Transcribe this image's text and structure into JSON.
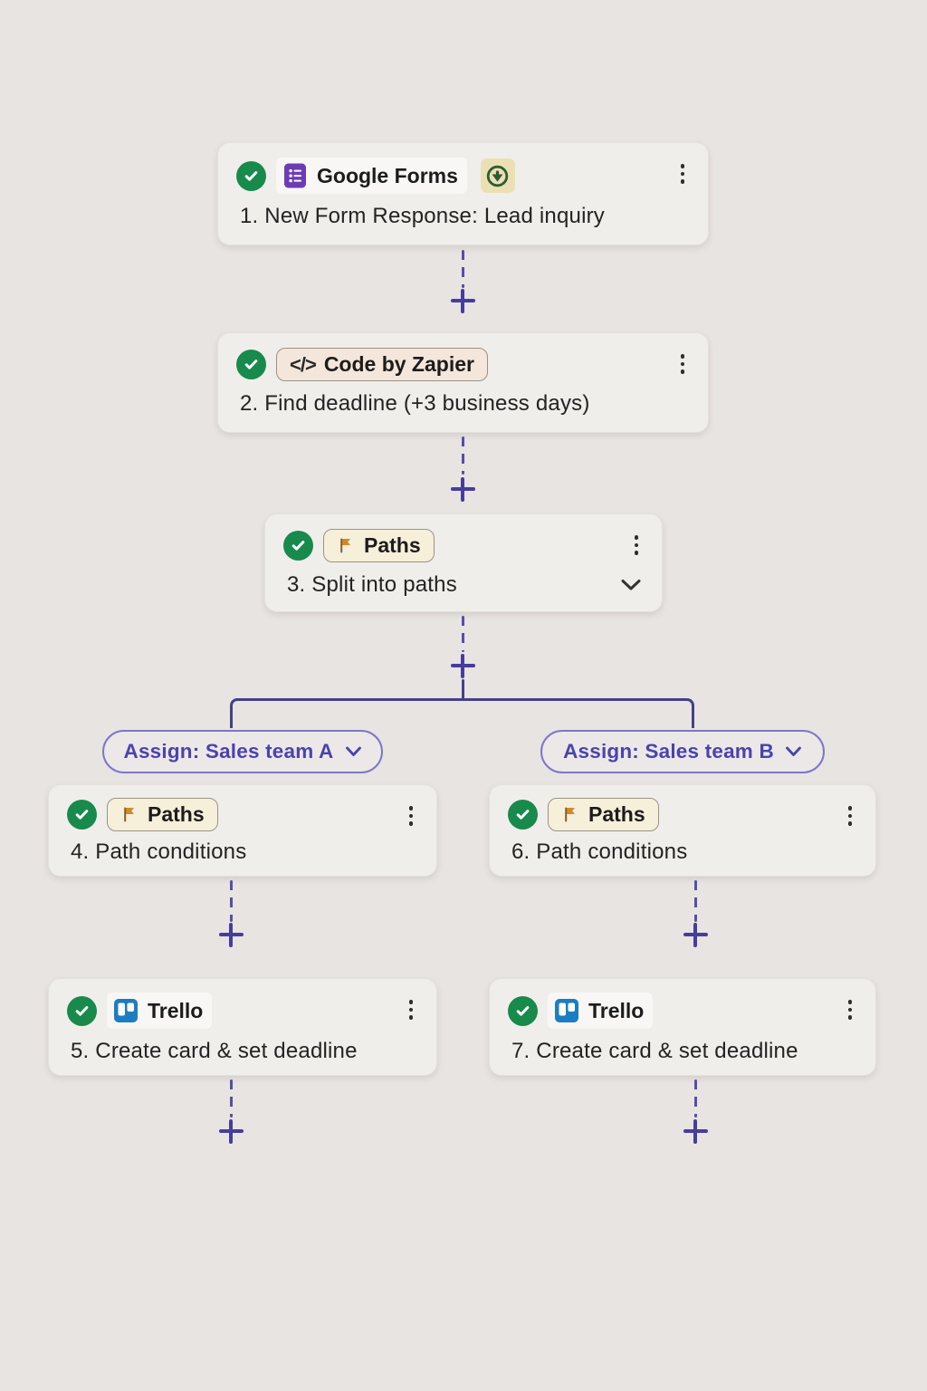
{
  "steps": [
    {
      "app": "Google Forms",
      "title": "1. New Form Response: Lead inquiry"
    },
    {
      "app": "Code by Zapier",
      "title": "2. Find deadline (+3 business days)",
      "code_glyph": "</>"
    },
    {
      "app": "Paths",
      "title": "3. Split into paths"
    },
    {
      "app": "Paths",
      "title": "4. Path conditions"
    },
    {
      "app": "Trello",
      "title": "5. Create card & set deadline"
    },
    {
      "app": "Paths",
      "title": "6. Path conditions"
    },
    {
      "app": "Trello",
      "title": "7. Create card & set deadline"
    }
  ],
  "branches": [
    {
      "label": "Assign: Sales team A"
    },
    {
      "label": "Assign: Sales team B"
    }
  ],
  "icons": {
    "status": "check-circle-icon",
    "step1_app": "google-forms-icon",
    "step1_trigger": "instant-trigger-icon",
    "step2_app": "code-icon",
    "paths_app": "flag-icon",
    "trello_app": "trello-icon",
    "menu": "kebab-menu-icon",
    "expand": "chevron-down-icon",
    "add": "plus-icon"
  },
  "colors": {
    "background": "#e8e4e1",
    "card": "#f0eeea",
    "connector_purple": "#463d9c",
    "branch_text_purple": "#4a43ad",
    "success_green": "#178a4c",
    "forms_purple": "#6d3cb5",
    "trello_blue": "#1d7dc2",
    "flag_orange": "#cf8a2e",
    "paths_badge_bg": "#f6efda",
    "code_badge_bg": "#f4e6da"
  }
}
